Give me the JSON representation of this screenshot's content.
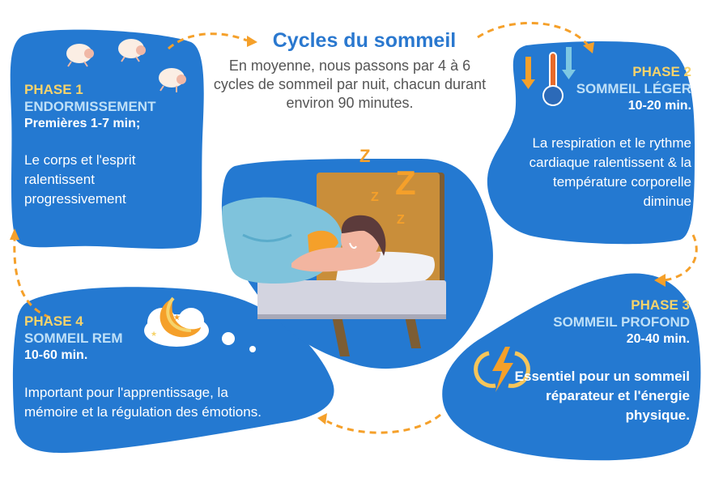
{
  "header": {
    "title": "Cycles du sommeil",
    "subtitle": "En moyenne, nous passons par 4 à 6 cycles de sommeil par nuit, chacun durant environ 90 minutes."
  },
  "colors": {
    "blob_blue": "#2479d1",
    "phase_yellow": "#f6d36b",
    "name_lightblue": "#bfe0f7",
    "arrow_orange": "#f5a02a",
    "title_blue": "#2a78cf",
    "subtitle_gray": "#555555"
  },
  "phases": [
    {
      "label": "PHASE 1",
      "name": "ENDORMISSEMENT",
      "duration": "Premières 1-7 min;",
      "description": "Le corps et l'esprit ralentissent progressivement",
      "icon": "sheep-icon"
    },
    {
      "label": "PHASE 2",
      "name": "SOMMEIL LÉGER",
      "duration": "10-20 min.",
      "description": "La respiration et le rythme cardiaque ralentissent & la température corporelle diminue",
      "icon": "thermometer-icon"
    },
    {
      "label": "PHASE 3",
      "name": "SOMMEIL PROFOND",
      "duration": "20-40 min.",
      "description": "Essentiel pour un sommeil réparateur et l'énergie physique.",
      "icon": "energy-bolt-icon"
    },
    {
      "label": "PHASE 4",
      "name": "SOMMEIL REM",
      "duration": "10-60 min.",
      "description": "Important pour l'apprentissage, la mémoire et la régulation des émotions.",
      "icon": "moon-cloud-icon"
    }
  ],
  "illustration": {
    "subject": "sleeping-person-in-bed",
    "zzz": [
      "Z",
      "Z",
      "Z",
      "Z"
    ]
  }
}
